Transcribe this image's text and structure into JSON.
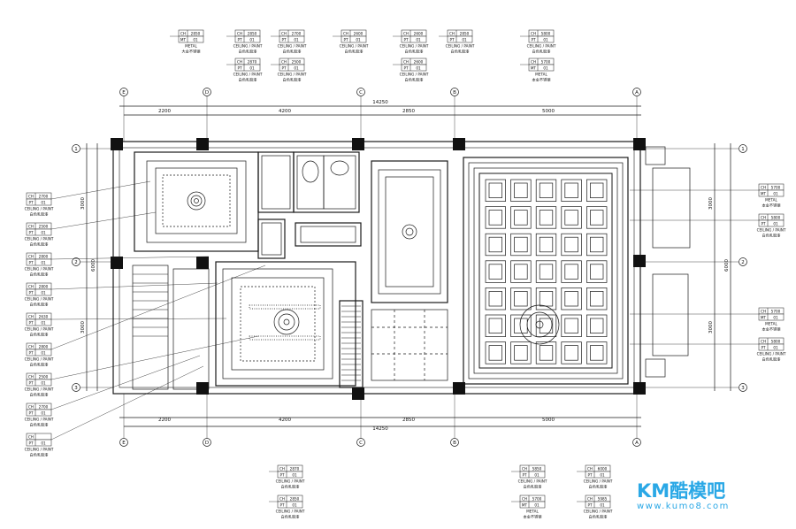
{
  "dims": {
    "top": [
      "2200",
      "4200",
      "2850",
      "5000"
    ],
    "top_total": "14250",
    "bottom": [
      "2200",
      "4200",
      "2850",
      "5000"
    ],
    "bottom_total": "14250",
    "right": [
      "3000",
      "3000"
    ],
    "right_total": "6000",
    "left": [
      "3000",
      "3000"
    ],
    "left_total": "6000"
  },
  "grid_columns": [
    "E",
    "D",
    "C",
    "B",
    "A"
  ],
  "grid_rows": [
    "1",
    "2",
    "3"
  ],
  "tags_top": [
    {
      "code": "CH",
      "value": "2850",
      "type": "MT",
      "num": "01",
      "desc": "METAL",
      "note": "大金不锈钢"
    },
    {
      "code": "CH",
      "value": "2850",
      "type": "PT",
      "num": "01",
      "desc": "CEILING / PAINT",
      "note": "白色乳胶漆"
    },
    {
      "code": "CH",
      "value": "2870",
      "type": "PT",
      "num": "01",
      "desc": "CEILING / PAINT",
      "note": "白色乳胶漆"
    },
    {
      "code": "CH",
      "value": "2700",
      "type": "PT",
      "num": "01",
      "desc": "CEILING / PAINT",
      "note": "白色乳胶漆"
    },
    {
      "code": "CH",
      "value": "2500",
      "type": "PT",
      "num": "01",
      "desc": "CEILING / PAINT",
      "note": "白色乳胶漆"
    },
    {
      "code": "CH",
      "value": "2600",
      "type": "PT",
      "num": "01",
      "desc": "CEILING / PAINT",
      "note": "白色乳胶漆"
    },
    {
      "code": "CH",
      "value": "2600",
      "type": "PT",
      "num": "01",
      "desc": "CEILING / PAINT",
      "note": "白色乳胶漆"
    },
    {
      "code": "CH",
      "value": "2600",
      "type": "PT",
      "num": "01",
      "desc": "CEILING / PAINT",
      "note": "白色乳胶漆"
    },
    {
      "code": "CH",
      "value": "2850",
      "type": "PT",
      "num": "01",
      "desc": "CEILING / PAINT",
      "note": "白色乳胶漆"
    },
    {
      "code": "CH",
      "value": "5800",
      "type": "PT",
      "num": "01",
      "desc": "CEILING / PAINT",
      "note": "白色乳胶漆"
    },
    {
      "code": "CH",
      "value": "5700",
      "type": "MT",
      "num": "01",
      "desc": "METAL",
      "note": "本金不锈钢"
    }
  ],
  "tags_left": [
    {
      "code": "CH",
      "value": "2700",
      "type": "PT",
      "num": "01",
      "desc": "CEILING / PAINT",
      "note": "白色乳胶漆"
    },
    {
      "code": "CH",
      "value": "2500",
      "type": "PT",
      "num": "01",
      "desc": "CEILING / PAINT",
      "note": "白色乳胶漆"
    },
    {
      "code": "CH",
      "value": "2800",
      "type": "PT",
      "num": "01",
      "desc": "CEILING / PAINT",
      "note": "白色乳胶漆"
    },
    {
      "code": "CH",
      "value": "2800",
      "type": "PT",
      "num": "01",
      "desc": "CEILING / PAINT",
      "note": "白色乳胶漆"
    },
    {
      "code": "CH",
      "value": "2630",
      "type": "PT",
      "num": "01",
      "desc": "CEILING / PAINT",
      "note": "白色乳胶漆"
    },
    {
      "code": "CH",
      "value": "2800",
      "type": "PT",
      "num": "01",
      "desc": "CEILING / PAINT",
      "note": "白色乳胶漆"
    },
    {
      "code": "CH",
      "value": "2500",
      "type": "PT",
      "num": "01",
      "desc": "CEILING / PAINT",
      "note": "白色乳胶漆"
    },
    {
      "code": "CH",
      "value": "2700",
      "type": "PT",
      "num": "01",
      "desc": "CEILING / PAINT",
      "note": "白色乳胶漆"
    },
    {
      "code": "CH",
      "value": "",
      "type": "PT",
      "num": "01",
      "desc": "CEILING / PAINT",
      "note": "白色乳胶漆"
    }
  ],
  "tags_right": [
    {
      "code": "CH",
      "value": "5700",
      "type": "MT",
      "num": "01",
      "desc": "METAL",
      "note": "本金不锈钢"
    },
    {
      "code": "CH",
      "value": "5800",
      "type": "PT",
      "num": "01",
      "desc": "CEILING / PAINT",
      "note": "白色乳胶漆"
    },
    {
      "code": "CH",
      "value": "5700",
      "type": "MT",
      "num": "01",
      "desc": "METAL",
      "note": "本金不锈钢"
    },
    {
      "code": "CH",
      "value": "5800",
      "type": "PT",
      "num": "01",
      "desc": "CEILING / PAINT",
      "note": "白色乳胶漆"
    }
  ],
  "tags_bottom": [
    {
      "code": "CH",
      "value": "2870",
      "type": "PT",
      "num": "01",
      "desc": "CEILING / PAINT",
      "note": "白色乳胶漆"
    },
    {
      "code": "CH",
      "value": "2850",
      "type": "PT",
      "num": "01",
      "desc": "CEILING / PAINT",
      "note": "白色乳胶漆"
    },
    {
      "code": "CH",
      "value": "5850",
      "type": "PT",
      "num": "01",
      "desc": "CEILING / PAINT",
      "note": "白色乳胶漆"
    },
    {
      "code": "CH",
      "value": "5700",
      "type": "MT",
      "num": "01",
      "desc": "METAL",
      "note": "本金不锈钢"
    },
    {
      "code": "CH",
      "value": "6000",
      "type": "PT",
      "num": "01",
      "desc": "CEILING / PAINT",
      "note": "白色乳胶漆"
    },
    {
      "code": "CH",
      "value": "5985",
      "type": "PT",
      "num": "01",
      "desc": "CEILING / PAINT",
      "note": "白色乳胶漆"
    }
  ],
  "watermark": {
    "logo": "KM酷模吧",
    "url": "www.kumo8.com"
  },
  "colors": {
    "line": "#1a1a1a",
    "watermark": "#2aa8e6"
  }
}
